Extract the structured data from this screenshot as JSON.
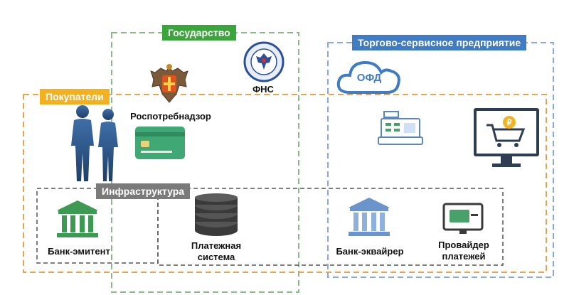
{
  "groups": {
    "state": {
      "label": "Государство",
      "color": "#3aa53a"
    },
    "buyers": {
      "label": "Покупатели",
      "color": "#f3b120"
    },
    "merchant": {
      "label": "Торгово-сервисное предприятие",
      "color": "#3f7cc4"
    },
    "infrastructure": {
      "label": "Инфраструктура",
      "color": "#7a7a7a"
    }
  },
  "nodes": {
    "rospotrebnadzor": "Роспотребнадзор",
    "fns": "ФНС",
    "ofd": "ОФД",
    "issuer_bank": "Банк-эмитент",
    "payment_system_line1": "Платежная",
    "payment_system_line2": "система",
    "acquirer_bank": "Банк-эквайрер",
    "provider_line1": "Провайдер",
    "provider_line2": "платежей"
  },
  "icons": {
    "emblem": "double-headed-eagle-emblem",
    "fns_seal": "fns-seal",
    "people": "people-silhouettes-icon",
    "card": "credit-card-icon",
    "cloud": "cloud-icon",
    "register": "cash-register-icon",
    "monitor": "online-shop-monitor-icon",
    "bank": "bank-building-icon",
    "coins": "coin-stack-icon",
    "payment_terminal": "payment-screen-icon"
  }
}
